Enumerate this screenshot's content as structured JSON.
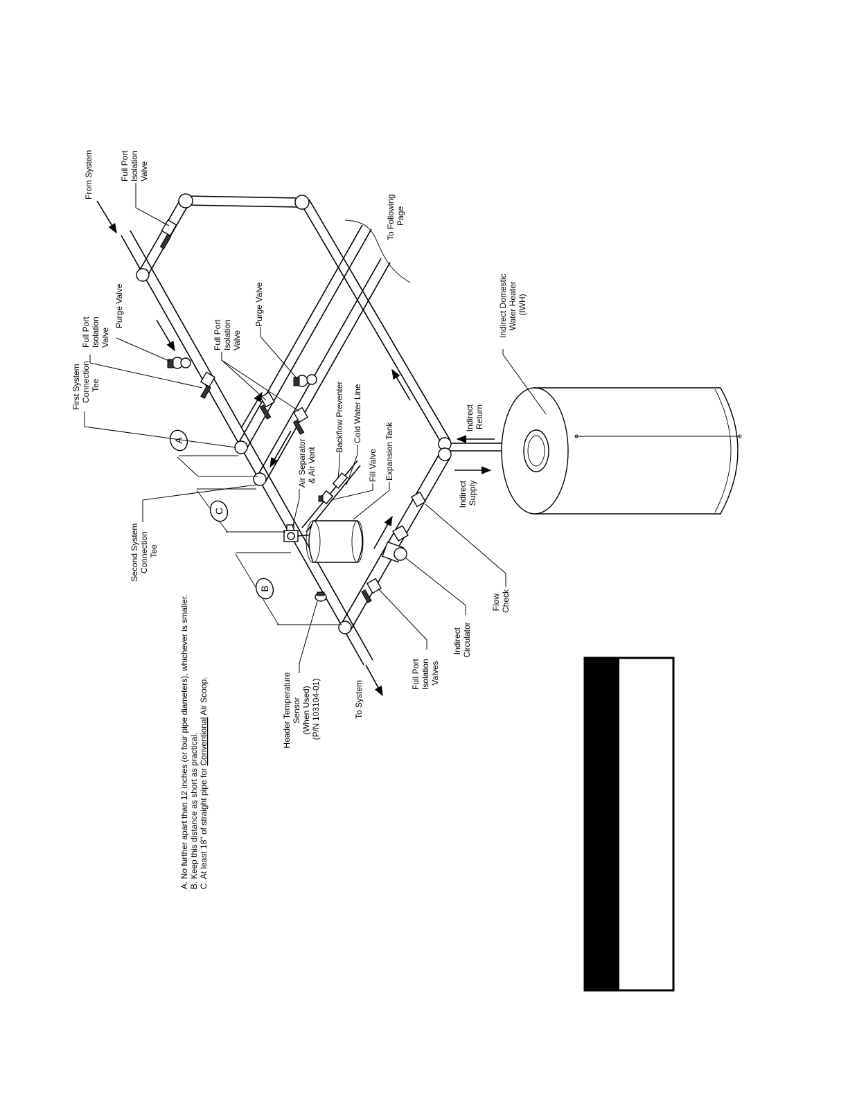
{
  "labels": {
    "from_system": "From System",
    "full_port_iso_top": [
      "Full Port",
      "Isolation",
      "Valve"
    ],
    "to_following_page": [
      "To Following",
      "Page"
    ],
    "full_port_iso_left": [
      "Full Port",
      "Isolation",
      "Valve"
    ],
    "purge_valve_left": "Purge Valve",
    "first_tee": [
      "First System",
      "Connection",
      "Tee"
    ],
    "full_port_iso_mid": [
      "Full Port",
      "Isolation",
      "Valve"
    ],
    "purge_valve_mid": "Purge Valve",
    "backflow_preventer": "Backflow Preventer",
    "cold_water_line": "Cold Water Line",
    "air_separator": [
      "Air Separator",
      "& Air Vent"
    ],
    "fill_valve": "Fill Valve",
    "expansion_tank": "Expansion Tank",
    "indirect_return": [
      "Indirect",
      "Return"
    ],
    "indirect_supply": [
      "Indirect",
      "Supply"
    ],
    "indirect_dhw": [
      "Indirect Domestic",
      "Water Heater",
      "(IWH)"
    ],
    "second_tee": [
      "Second System",
      "Connection",
      "Tee"
    ],
    "header_sensor": [
      "Header Temperature",
      "Sensor",
      "(When Used)",
      "(P/N 103104-01)"
    ],
    "to_system": "To System",
    "full_port_iso_valves": [
      "Full Port",
      "Isolation",
      "Valves"
    ],
    "indirect_circulator": [
      "Indirect",
      "Circulator"
    ],
    "flow_check": [
      "Flow",
      "Check"
    ]
  },
  "callouts": {
    "a": "A",
    "b": "B",
    "c": "C"
  },
  "notes": {
    "a": "A. No further apart than 12 inches (or four pipe diameters), whichever is smaller.",
    "b": "B. Keep this distance as short as practical.",
    "c_prefix": "C. At least 18\" of straight pipe for ",
    "c_emph": "Conventional",
    "c_suffix": " Air Scoop."
  },
  "colors": {
    "ink": "#000000",
    "paper": "#ffffff"
  }
}
